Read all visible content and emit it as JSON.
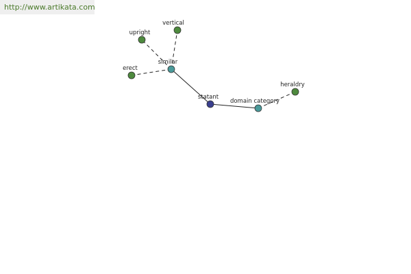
{
  "watermark": "http://www.artikata.com",
  "colors": {
    "green_node": "#4e8a3e",
    "teal_node": "#4a9a9a",
    "navy_node": "#3a3f8f"
  },
  "nodes": [
    {
      "id": "statant",
      "label": "statant",
      "kind": "navy"
    },
    {
      "id": "similar",
      "label": "similar",
      "kind": "teal"
    },
    {
      "id": "domain_category",
      "label": "domain category",
      "kind": "teal"
    },
    {
      "id": "upright",
      "label": "upright",
      "kind": "green"
    },
    {
      "id": "vertical",
      "label": "vertical",
      "kind": "green"
    },
    {
      "id": "erect",
      "label": "erect",
      "kind": "green"
    },
    {
      "id": "heraldry",
      "label": "heraldry",
      "kind": "green"
    }
  ],
  "edges": [
    {
      "from": "statant",
      "to": "similar",
      "style": "solid"
    },
    {
      "from": "statant",
      "to": "domain_category",
      "style": "solid"
    },
    {
      "from": "similar",
      "to": "upright",
      "style": "dashed"
    },
    {
      "from": "similar",
      "to": "vertical",
      "style": "dashed"
    },
    {
      "from": "similar",
      "to": "erect",
      "style": "dashed"
    },
    {
      "from": "domain_category",
      "to": "heraldry",
      "style": "dashed"
    }
  ]
}
